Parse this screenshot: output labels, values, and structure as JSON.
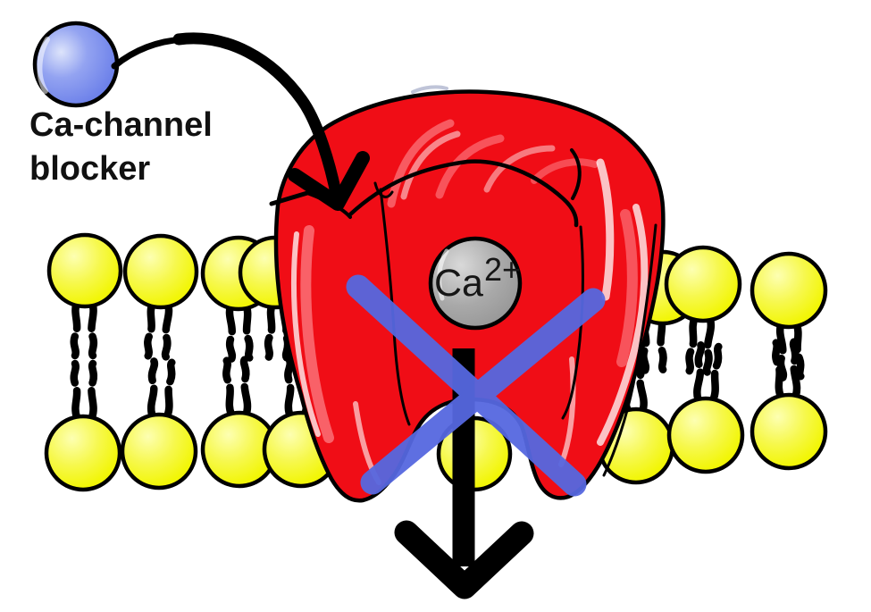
{
  "diagram": {
    "labels": {
      "blocker": "Ca-channel\nblocker",
      "ion_symbol": "Ca",
      "ion_charge": "2+"
    },
    "colors": {
      "channel_red": "#f00d16",
      "lipid_yellow": "#f2f607",
      "blocker_blue": "#6e82ea",
      "cross_blue": "#5668e0",
      "ion_gray": "#9e9e9e",
      "outline": "#000000",
      "text": "#111111",
      "background": "#ffffff"
    }
  }
}
